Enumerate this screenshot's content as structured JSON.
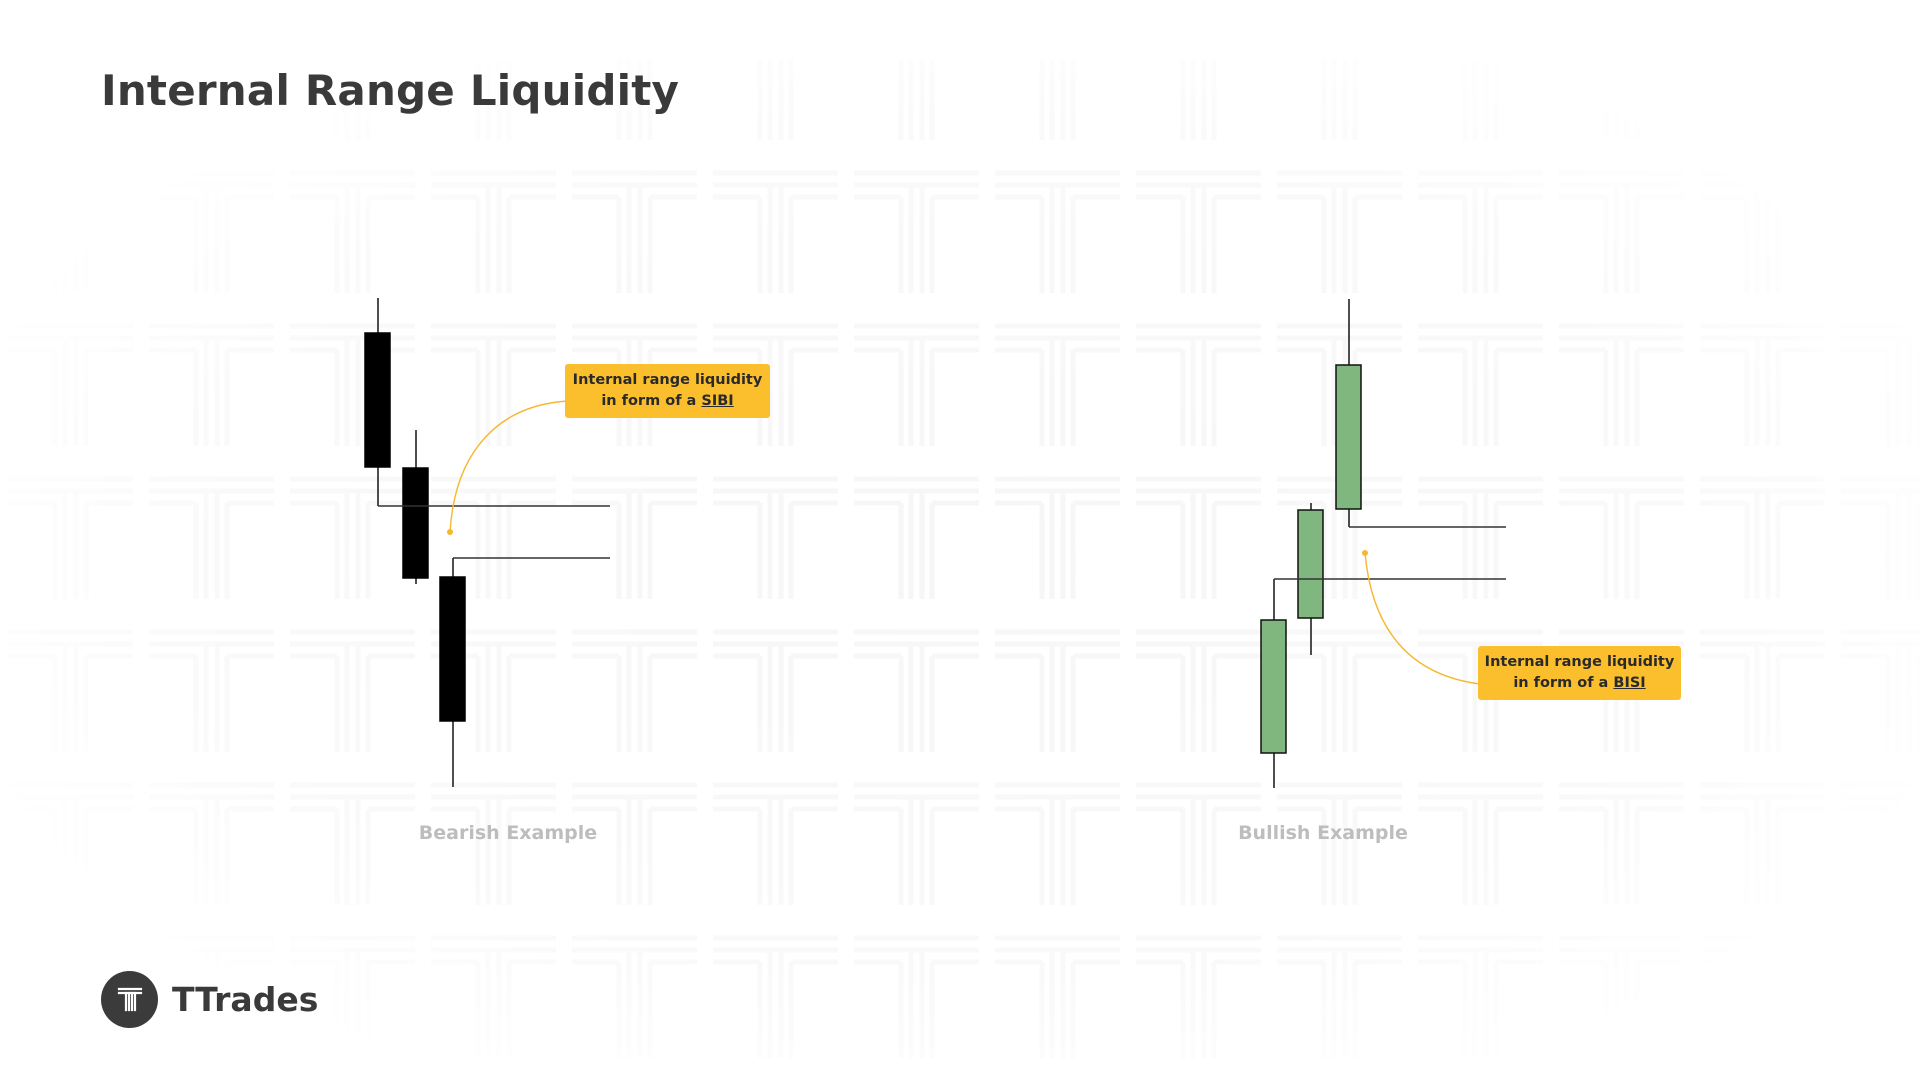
{
  "title": "Internal Range Liquidity",
  "bearish": {
    "caption": "Bearish Example",
    "callout_line1": "Internal range liquidity",
    "callout_line2_prefix": "in form of a ",
    "callout_line2_term": "SIBI"
  },
  "bullish": {
    "caption": "Bullish Example",
    "callout_line1": "Internal range liquidity",
    "callout_line2_prefix": "in form of a ",
    "callout_line2_term": "BISI"
  },
  "brand": {
    "name": "TTrades",
    "logo_icon": "ttrades-logo-icon"
  },
  "colors": {
    "bearish_candle": "#000000",
    "bullish_candle": "#7fb77e",
    "callout_bg": "#fbbf2e",
    "connector": "#f5b82e",
    "level_line": "#333333"
  }
}
